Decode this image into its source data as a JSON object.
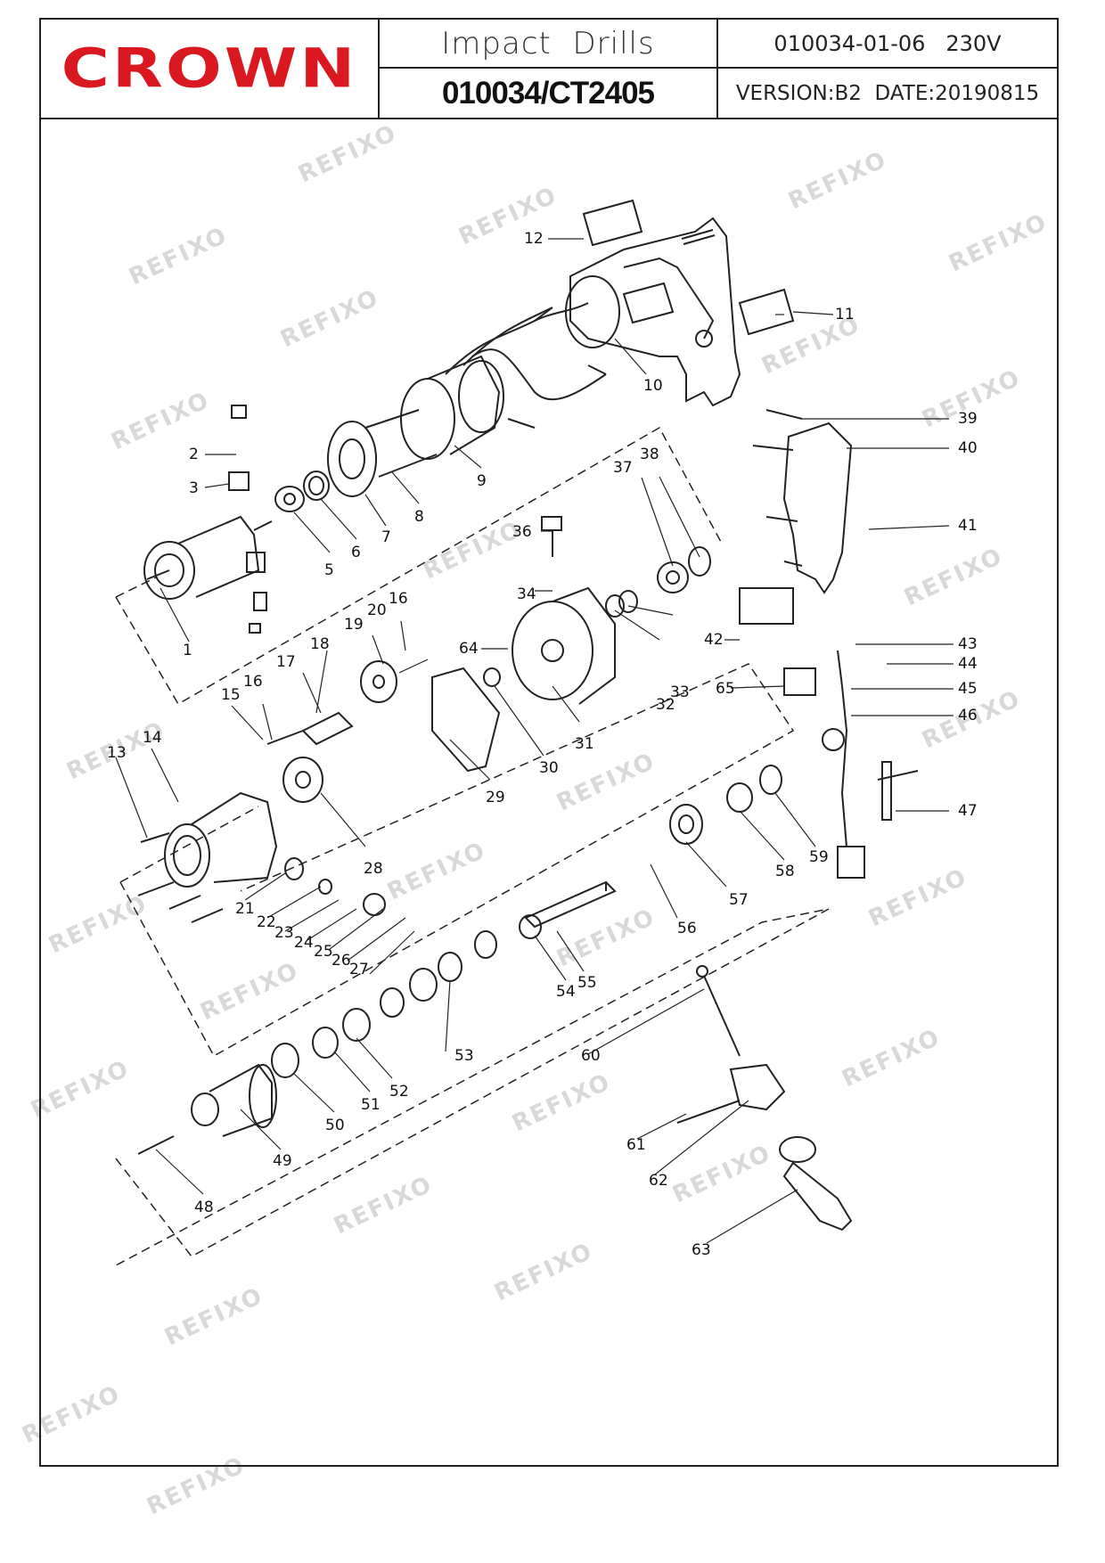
{
  "header": {
    "brand": "CROWN",
    "product": "Impact  Drills",
    "model": "010034/CT2405",
    "doc_code": "010034-01-06   230V",
    "version": "VERSION:B2  DATE:20190815"
  },
  "watermark": "REFIXO",
  "part_numbers": [
    "1",
    "2",
    "3",
    "5",
    "6",
    "7",
    "8",
    "9",
    "10",
    "11",
    "12",
    "13",
    "14",
    "15",
    "16",
    "16",
    "17",
    "18",
    "19",
    "20",
    "21",
    "22",
    "23",
    "24",
    "25",
    "26",
    "27",
    "28",
    "29",
    "30",
    "31",
    "32",
    "33",
    "34",
    "36",
    "37",
    "38",
    "39",
    "40",
    "41",
    "42",
    "43",
    "44",
    "45",
    "46",
    "47",
    "48",
    "49",
    "50",
    "51",
    "52",
    "53",
    "54",
    "55",
    "56",
    "57",
    "58",
    "59",
    "60",
    "61",
    "62",
    "63",
    "64",
    "65"
  ],
  "colors": {
    "brand_red": "#d9181f",
    "line": "#222222",
    "watermark": "#d8d8d8"
  }
}
